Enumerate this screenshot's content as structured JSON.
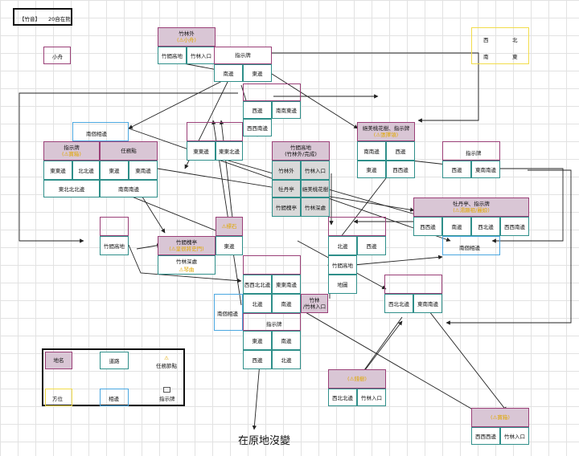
{
  "title_box": {
    "left": "【竹音】",
    "right": "20自在熊"
  },
  "compass": {
    "west": "西",
    "north": "北",
    "south": "南",
    "east": "東"
  },
  "small_boat": "小舟",
  "zhulin_outer": {
    "name": "竹林外",
    "note": "(⚠小舟)",
    "cell_a": "竹間高地",
    "cell_b": "竹林入口"
  },
  "sign1": {
    "name": "指示牌",
    "south": "南邊",
    "east": "東邊"
  },
  "sign_left": {
    "name": "指示牌",
    "note": "(⚠寶箱)",
    "e": "東東邊",
    "n": "北北邊",
    "ens": "東北北北邊"
  },
  "task_node": {
    "name": "任務點",
    "e": "東邊",
    "ese": "東南邊",
    "ss": "南南南邊"
  },
  "south_side": "南個相邊",
  "east_node": {
    "e": "東東邊",
    "ene": "東東北邊"
  },
  "middle_box": {
    "w": "西邊",
    "sse": "南南東邊",
    "wsw": "西西南邊"
  },
  "bamboo_high": {
    "name": "竹間高地",
    "note": "(竹林外/完成)",
    "outer": "竹林外",
    "entry": "竹林入口",
    "pavilion": "牡丹亭",
    "peony": "絕美桃花樹",
    "pine": "竹間槐亭",
    "deep": "竹林深處"
  },
  "peach_tree": {
    "name": "絕美桃花樹、指示牌",
    "note": "(⚠張擇領)",
    "ss": "南南邊",
    "w": "西邊",
    "e": "東邊",
    "ww": "西西邊"
  },
  "sign_right": {
    "name": "指示牌",
    "w": "西邊",
    "es": "東南南邊"
  },
  "peony_pav": {
    "name": "牡丹亭、指示牌",
    "note": "(⚠湯顯祖/麗娘)",
    "ww": "西西邊",
    "s": "南邊",
    "wn": "西北邊",
    "wsw": "西西南邊",
    "ns": "南個相邊"
  },
  "bamboo_hill": "竹間高地",
  "pine_pav": {
    "name": "竹間槐亭",
    "note": "(⚠皇很將史門)",
    "deep": "竹林深處",
    "warn": "⚠琴曲"
  },
  "top_small": "⚠標石",
  "e_cell": "東邊",
  "north_small": "北邊",
  "west_cell": "西邊",
  "bamboo_hill2": "竹間高地",
  "place_label": "地圖",
  "center_box": {
    "wwn": "西西北北邊",
    "een": "東東南邊",
    "n": "北邊",
    "s": "南邊"
  },
  "south_pair": "南個相邊",
  "sign_center": {
    "name": "指示牌",
    "e": "東邊",
    "s": "南邊",
    "w": "西邊",
    "n": "北邊"
  },
  "small_box_mid": {
    "name": "竹林",
    "note": "/竹林入口"
  },
  "wn_box": {
    "wn": "西北北邊",
    "esn": "東南南邊"
  },
  "legend": {
    "place": "地名",
    "direction": "方位",
    "path": "道路",
    "neighbor": "相邊",
    "task": "任務節點",
    "sign": "指示牌"
  },
  "incense": {
    "name": "(⚠錢樹)",
    "wn": "西北北邊",
    "entry": "竹林入口"
  },
  "treasure": {
    "name": "(⚠寶箱)",
    "wws": "西西西邊",
    "entry": "竹林入口"
  },
  "bottom_text": "在原地沒變"
}
